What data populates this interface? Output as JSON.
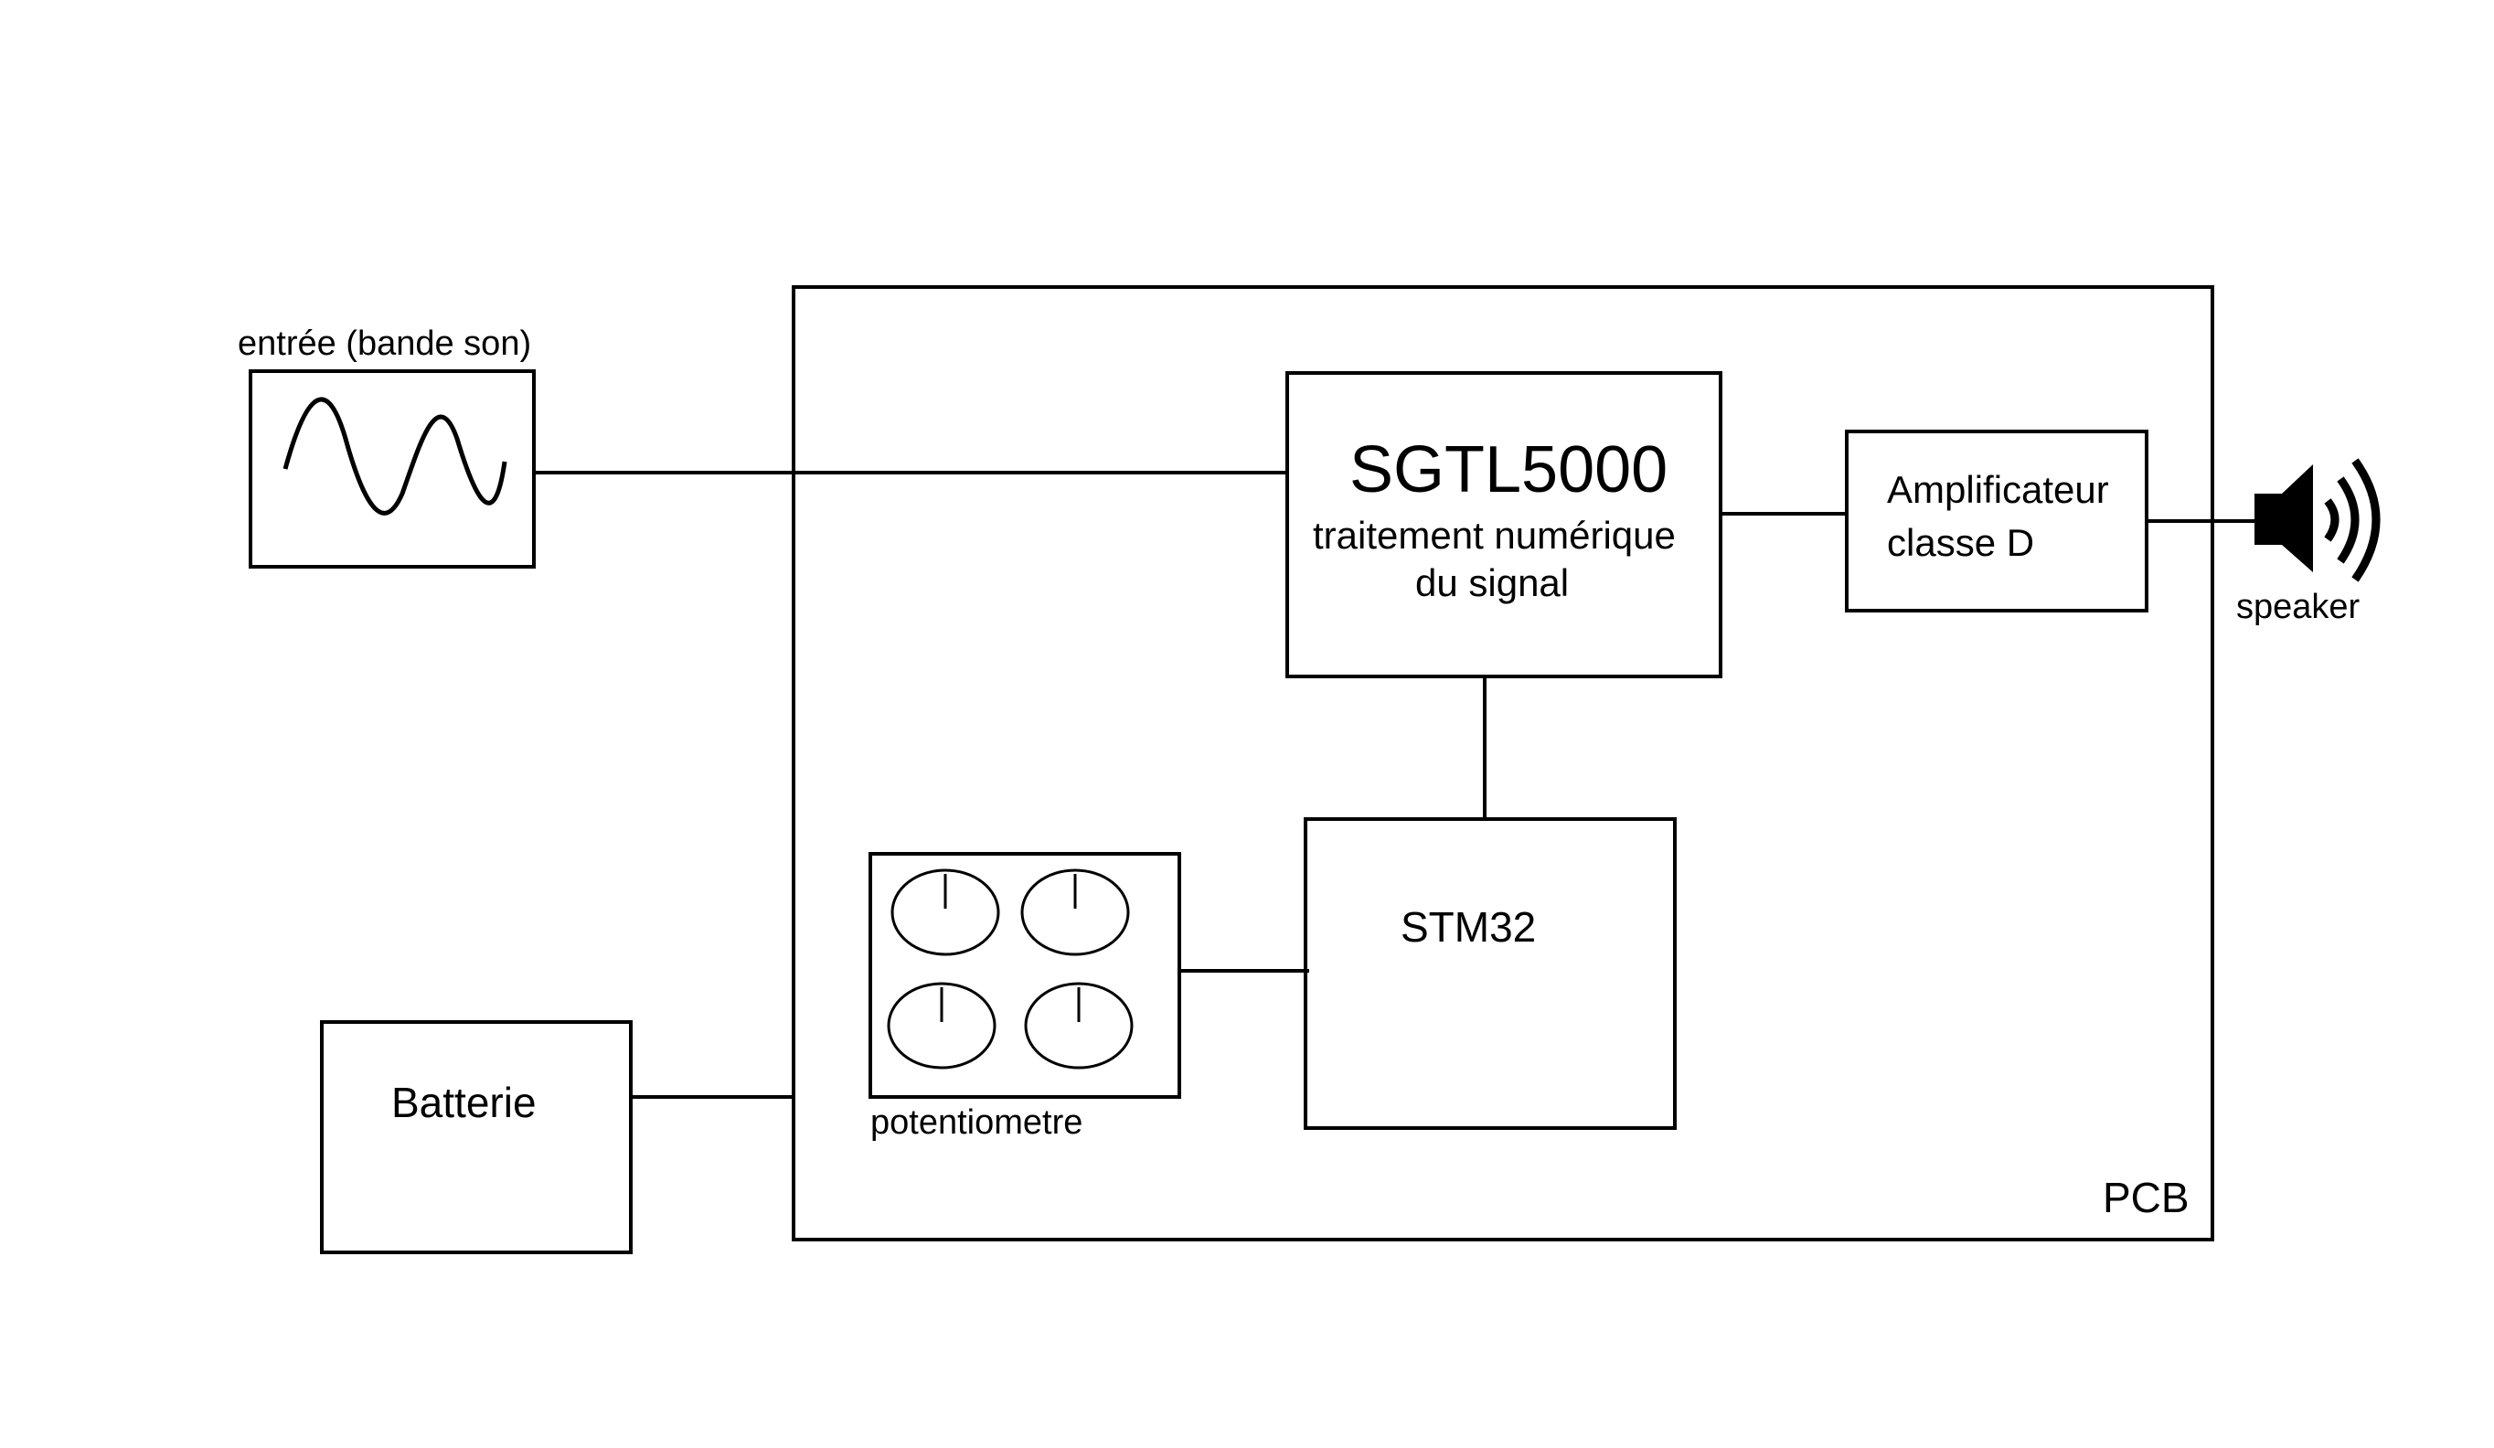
{
  "diagram": {
    "input": {
      "label": "entrée (bande son)"
    },
    "pcb": {
      "label": "PCB"
    },
    "codec": {
      "title": "SGTL5000",
      "subtitle_line1": "traitement numérique",
      "subtitle_line2": "du signal"
    },
    "amplifier": {
      "line1": "Amplificateur",
      "line2": "classe D"
    },
    "speaker": {
      "label": "speaker",
      "icon": "speaker-icon"
    },
    "mcu": {
      "label": "STM32"
    },
    "potentiometer": {
      "label": "potentiometre",
      "knob_count": 4,
      "icon": "knob-icon"
    },
    "battery": {
      "label": "Batterie"
    }
  }
}
